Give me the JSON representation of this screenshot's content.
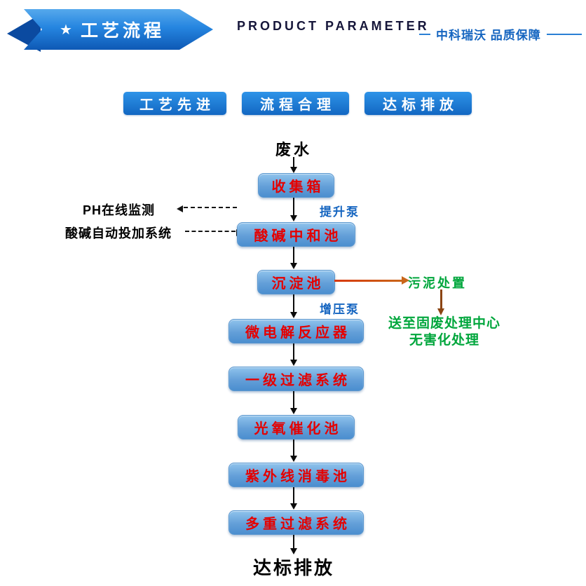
{
  "header": {
    "ribbon_star": "★",
    "ribbon_title": "工艺流程",
    "product_parameter": "PRODUCT PARAMETER",
    "tagline": "中科瑞沃 品质保障"
  },
  "badges": [
    {
      "label": "工艺先进"
    },
    {
      "label": "流程合理"
    },
    {
      "label": "达标排放"
    }
  ],
  "flow": {
    "source": "废水",
    "boxes": [
      {
        "label": "收集箱"
      },
      {
        "label": "酸碱中和池"
      },
      {
        "label": "沉淀池"
      },
      {
        "label": "微电解反应器"
      },
      {
        "label": "一级过滤系统"
      },
      {
        "label": "光氧催化池"
      },
      {
        "label": "紫外线消毒池"
      },
      {
        "label": "多重过滤系统"
      }
    ],
    "lift_pump": "提升泵",
    "booster_pump": "增压泵",
    "ph_monitor": "PH在线监测",
    "dosing_system": "酸碱自动投加系统",
    "sludge": "污泥处置",
    "disposal_line1": "送至固废处理中心",
    "disposal_line2": "无害化处理",
    "result": "达标排放"
  },
  "colors": {
    "ribbon_blue": "#2585e0",
    "badge_blue": "#1e7fd8",
    "flow_box_blue": "#639fd8",
    "flow_text_red": "#e50000",
    "pump_blue": "#1565c0",
    "annotation_green": "#00a63c",
    "sludge_arrow_orange": "#c9661a",
    "disposal_arrow_brown": "#8b4513"
  }
}
